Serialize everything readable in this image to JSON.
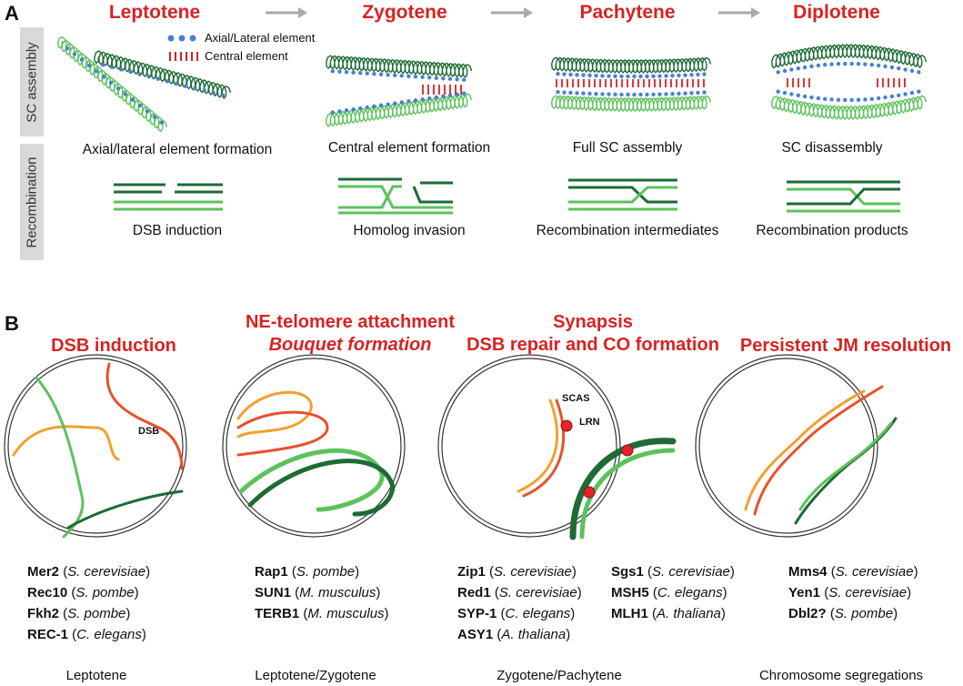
{
  "panel_a": {
    "label": "A",
    "stages": [
      "Leptotene",
      "Zygotene",
      "Pachytene",
      "Diplotene"
    ],
    "row_labels": [
      "SC assembly",
      "Recombination"
    ],
    "legend": {
      "axial": "Axial/Lateral element",
      "central": "Central element"
    },
    "sc_captions": [
      "Axial/lateral element formation",
      "Central element formation",
      "Full SC assembly",
      "SC disassembly"
    ],
    "rec_captions": [
      "DSB induction",
      "Homolog invasion",
      "Recombination intermediates",
      "Recombination products"
    ]
  },
  "panel_b": {
    "label": "B",
    "titles": [
      {
        "line1": "DSB induction",
        "line2": ""
      },
      {
        "line1": "NE-telomere attachment",
        "line2": "Bouquet formation"
      },
      {
        "line1": "Synapsis",
        "line2": "DSB repair and CO formation"
      },
      {
        "line1": "Persistent JM resolution",
        "line2": ""
      }
    ],
    "annotations": {
      "dsb": "DSB",
      "scas": "SCAS",
      "lrn": "LRN"
    },
    "proteins": [
      {
        "col": [
          {
            "name": "Mer2",
            "species": "S. cerevisiae"
          },
          {
            "name": "Rec10",
            "species": "S. pombe"
          },
          {
            "name": "Fkh2",
            "species": "S. pombe"
          },
          {
            "name": "REC-1",
            "species": "C. elegans"
          }
        ]
      },
      {
        "col": [
          {
            "name": "Rap1",
            "species": "S. pombe"
          },
          {
            "name": "SUN1",
            "species": "M. musculus"
          },
          {
            "name": "TERB1",
            "species": "M. musculus"
          }
        ]
      },
      {
        "col": [
          {
            "name": "Zip1",
            "species": "S. cerevisiae"
          },
          {
            "name": "Red1",
            "species": "S. cerevisiae"
          },
          {
            "name": "SYP-1",
            "species": "C. elegans"
          },
          {
            "name": "ASY1",
            "species": "A. thaliana"
          }
        ]
      },
      {
        "col": [
          {
            "name": "Sgs1",
            "species": "S. cerevisiae"
          },
          {
            "name": "MSH5",
            "species": "C. elegans"
          },
          {
            "name": "MLH1",
            "species": "A. thaliana"
          }
        ]
      },
      {
        "col": [
          {
            "name": "Mms4",
            "species": "S. cerevisiae"
          },
          {
            "name": "Yen1",
            "species": "S. cerevisiae"
          },
          {
            "name": "Dbl2?",
            "species": "S. pombe"
          }
        ]
      }
    ],
    "footers": [
      "Leptotene",
      "Leptotene/Zygotene",
      "Zygotene/Pachytene",
      "Chromosome segregations"
    ]
  },
  "colors": {
    "red": "#d92222",
    "dark_green": "#1e6b35",
    "light_green": "#5cc25c",
    "blue_dot": "#4a7fd0",
    "orange": "#f2a030",
    "orange_red": "#e8512a",
    "tab_gray": "#d9d9d9"
  }
}
